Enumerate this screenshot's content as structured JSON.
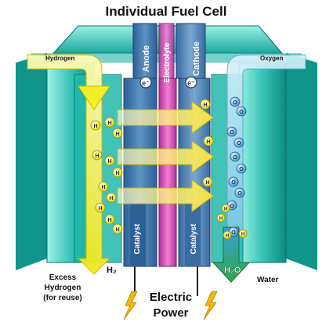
{
  "title": "Individual Fuel Cell",
  "labels": {
    "hydrogen": "Hydrogen",
    "oxygen": "Oxygen",
    "anode": "Anode",
    "electrolyte": "Electrolyte",
    "cathode": "Cathode",
    "catalyst_left": "Catalyst",
    "catalyst_right": "Catalyst",
    "excess_line1": "Excess",
    "excess_line2": "Hydrogen",
    "excess_line3": "(for reuse)",
    "h2": "H₂",
    "h2o": "H₂O",
    "water": "Water",
    "electric": "Electric",
    "power": "Power"
  },
  "symbols": {
    "hydrogen_atom": "H",
    "oxygen_atom": "O",
    "electron": "e⁻"
  },
  "colors": {
    "teal_light": "#7fe3d8",
    "teal": "#1fb5a8",
    "teal_dark": "#0a7f78",
    "yellow": "#f2ee2a",
    "anode_blue": "#3c74a8",
    "electrolyte_pink": "#e060c0",
    "cathode_blue": "#5a86b8",
    "water_blue": "#1a6fb0",
    "oxygen_blue": "#5ab4d8",
    "lightning": "#f5b800"
  }
}
